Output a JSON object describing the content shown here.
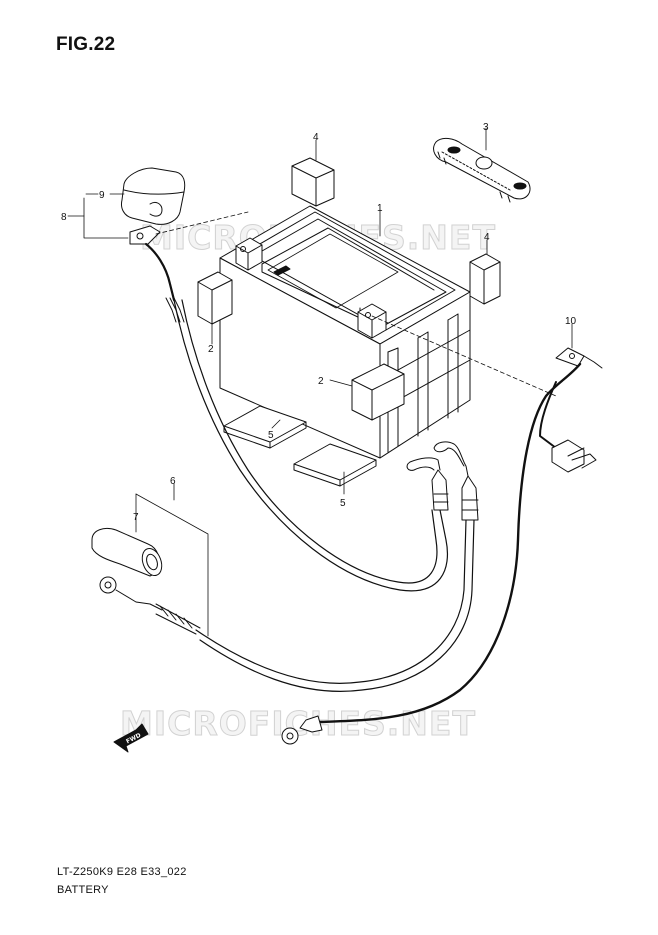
{
  "figure_title": "FIG.22",
  "footer": {
    "code": "LT-Z250K9 E28 E33_022",
    "name": "BATTERY"
  },
  "watermark": "MICROFICHES.NET",
  "fwd_label": "FWD",
  "callouts": {
    "c1": "1",
    "c2a": "2",
    "c2b": "2",
    "c3": "3",
    "c4a": "4",
    "c4b": "4",
    "c5a": "5",
    "c5b": "5",
    "c6": "6",
    "c7": "7",
    "c8": "8",
    "c9": "9",
    "c10": "10"
  }
}
